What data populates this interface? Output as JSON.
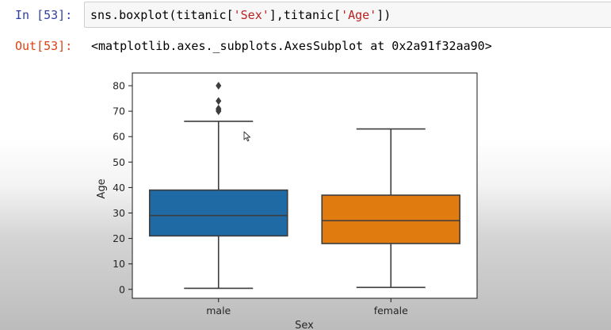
{
  "cell": {
    "in_prompt": "In [53]:",
    "code_prefix": "sns.boxplot(titanic[",
    "code_str1": "'Sex'",
    "code_mid": "],titanic[",
    "code_str2": "'Age'",
    "code_suffix": "])",
    "out_prompt": "Out[53]:",
    "output_text": "<matplotlib.axes._subplots.AxesSubplot at 0x2a91f32aa90>"
  },
  "colors": {
    "male_box": "#1f6aa5",
    "female_box": "#e07b10",
    "whisker": "#3d3d3d"
  },
  "chart_data": {
    "type": "box",
    "xlabel": "Sex",
    "ylabel": "Age",
    "ylim": [
      -3.5,
      85
    ],
    "yticks": [
      "0",
      "10",
      "20",
      "30",
      "40",
      "50",
      "60",
      "70",
      "80"
    ],
    "categories": [
      "male",
      "female"
    ],
    "boxes": [
      {
        "category": "male",
        "whisker_low": 0.4,
        "q1": 21,
        "median": 29,
        "q3": 39,
        "whisker_high": 66,
        "outliers": [
          70,
          70.5,
          71,
          74,
          80
        ]
      },
      {
        "category": "female",
        "whisker_low": 0.75,
        "q1": 18,
        "median": 27,
        "q3": 37,
        "whisker_high": 63,
        "outliers": []
      }
    ],
    "grid": false
  }
}
